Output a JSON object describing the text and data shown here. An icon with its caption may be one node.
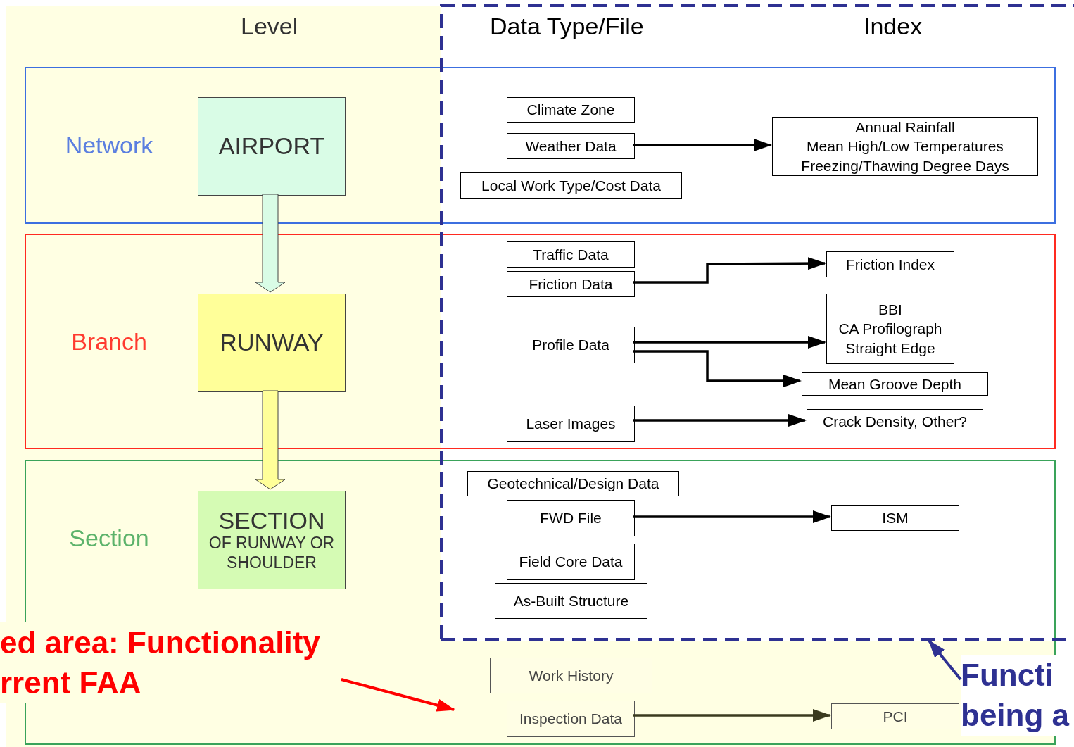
{
  "diagram": {
    "nodes": [
      {
        "text": [
          "Network"
        ]
      },
      {
        "text": [
          "AIRPORT"
        ],
        "in": 0
      },
      {
        "text": [
          "Climate Zone"
        ],
        "in": 0
      },
      {
        "text": [
          "Weather Data"
        ],
        "in": 0
      },
      {
        "text": [
          "Local Work Type/Cost Data"
        ],
        "in": 0
      },
      {
        "text": [
          "Annual Rainfall",
          "Mean High/Low Temperatures",
          "Freezing/Thawing Degree Days"
        ],
        "in": 0
      },
      {
        "text": [
          "Branch"
        ]
      },
      {
        "text": [
          "RUNWAY"
        ],
        "in": 6
      },
      {
        "text": [
          "Traffic Data"
        ],
        "in": 6
      },
      {
        "text": [
          "Friction Data"
        ],
        "in": 6
      },
      {
        "text": [
          "Friction Index"
        ],
        "in": 6
      },
      {
        "text": [
          "Profile Data"
        ],
        "in": 6
      },
      {
        "text": [
          "BBI",
          "CA Profilograph",
          "Straight Edge"
        ],
        "in": 6
      },
      {
        "text": [
          "Mean Groove Depth"
        ],
        "in": 6
      },
      {
        "text": [
          "Laser Images"
        ],
        "in": 6
      },
      {
        "text": [
          "Crack Density, Other?"
        ],
        "in": 6
      },
      {
        "text": [
          "Section"
        ]
      },
      {
        "text": [
          "SECTION",
          "OF RUNWAY OR SHOULDER"
        ],
        "in": 16
      },
      {
        "text": [
          "Geotechnical/Design Data"
        ],
        "in": 16
      },
      {
        "text": [
          "FWD File"
        ],
        "in": 16
      },
      {
        "text": [
          "ISM"
        ],
        "in": 16
      },
      {
        "text": [
          "Field Core Data"
        ],
        "in": 16
      },
      {
        "text": [
          "As-Built Structure"
        ],
        "in": 16
      },
      {
        "text": [
          "Work History"
        ],
        "in": 16
      },
      {
        "text": [
          "Inspection Data"
        ],
        "in": 16
      },
      {
        "text": [
          "PCI"
        ],
        "in": 16
      },
      {
        "text": [
          "ed area: Functionality rrent FAA"
        ]
      },
      {
        "text": [
          "Functi being a"
        ]
      }
    ],
    "edges": [
      {
        "from": 1,
        "to": 7,
        "arrow": "to",
        "style": "thick",
        "color": "#d9fce6"
      },
      {
        "from": 7,
        "to": 17,
        "arrow": "to",
        "style": "thick",
        "color": "#ffff99"
      },
      {
        "from": 3,
        "to": 5,
        "arrow": "to"
      },
      {
        "from": 9,
        "to": 10,
        "arrow": "to"
      },
      {
        "from": 11,
        "to": 12,
        "arrow": "to"
      },
      {
        "from": 11,
        "to": 13,
        "arrow": "to"
      },
      {
        "from": 14,
        "to": 15,
        "arrow": "to"
      },
      {
        "from": 19,
        "to": 20,
        "arrow": "to"
      },
      {
        "from": 24,
        "to": 25,
        "arrow": "to",
        "color": "#3b3b1f"
      },
      {
        "from": 26,
        "to": null,
        "arrow": "to",
        "color": "#ff0000"
      },
      {
        "from": 27,
        "to": null,
        "arrow": "to",
        "color": "#2e3192"
      }
    ],
    "labels": [
      "Level",
      "Data Type/File",
      "Index"
    ]
  }
}
